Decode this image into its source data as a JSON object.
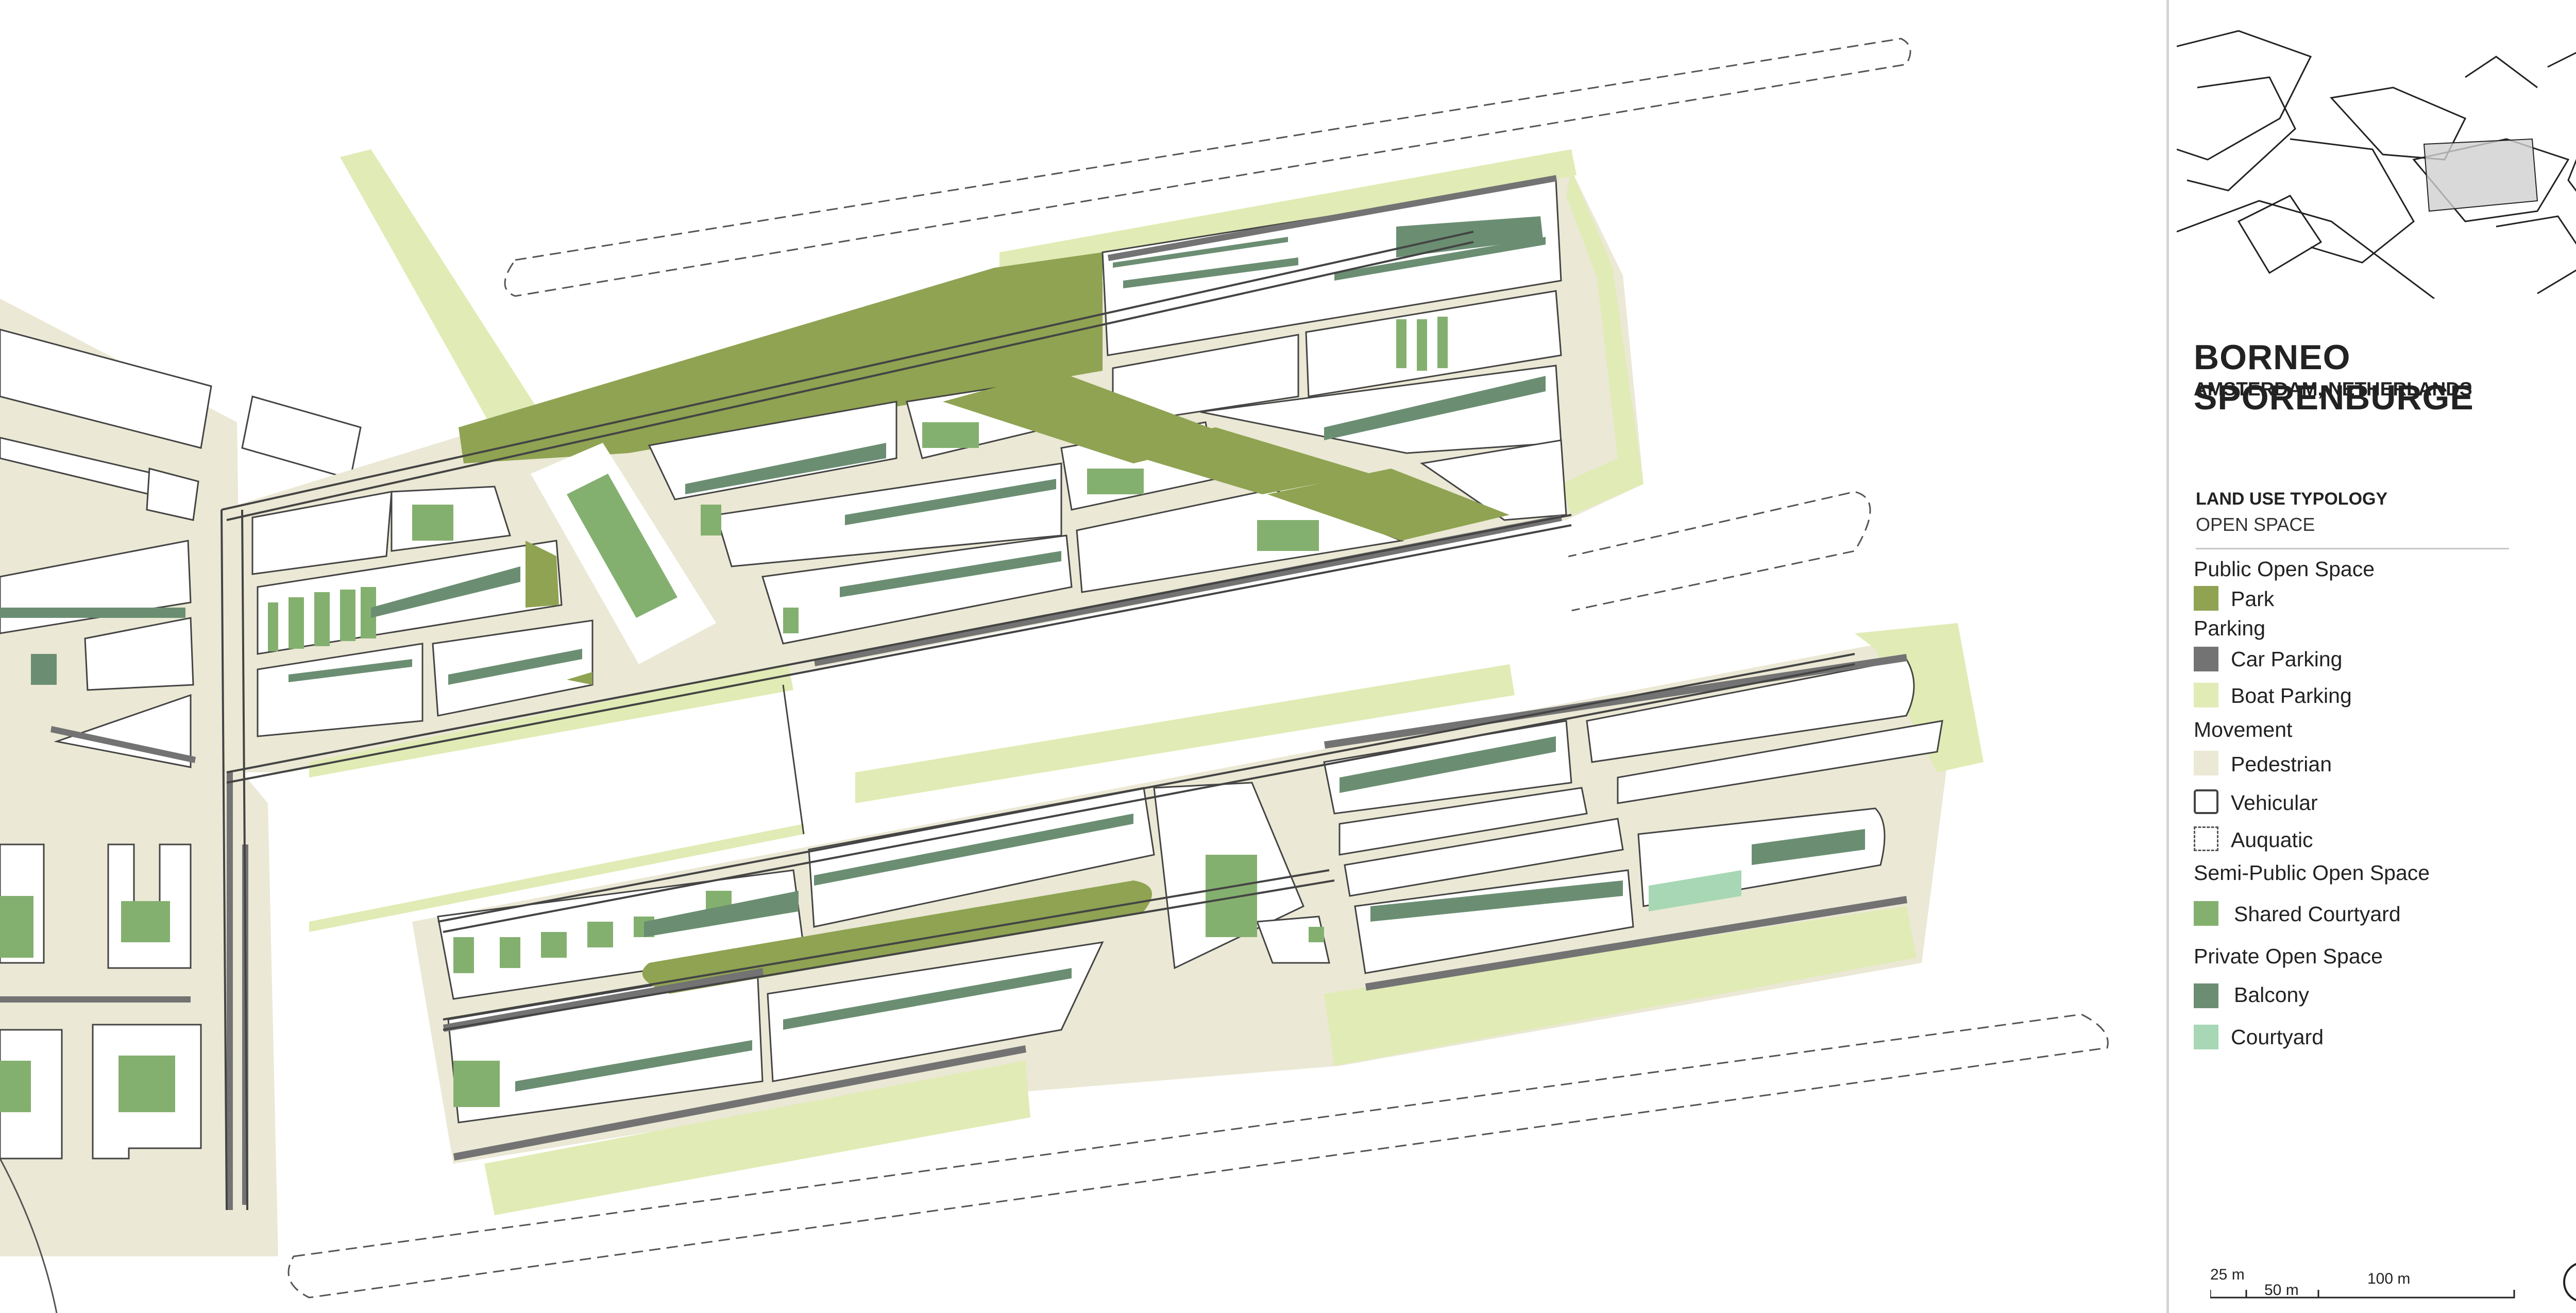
{
  "title": "BORNEO SPORENBURGE",
  "subtitle": "AMSTERDAM, NETHERLANDS",
  "legend": {
    "heading": "LAND USE TYPOLOGY",
    "subheading": "OPEN SPACE",
    "groups": {
      "public": "Public Open Space",
      "parking": "Parking",
      "movement": "Movement",
      "semi_public": "Semi-Public Open Space",
      "private": "Private Open Space"
    },
    "items": {
      "park": "Park",
      "car_parking": "Car Parking",
      "boat_parking": "Boat Parking",
      "pedestrian": "Pedestrian",
      "vehicular": "Vehicular",
      "auquatic": "Auquatic",
      "shared_courtyard": "Shared Courtyard",
      "balcony": "Balcony",
      "courtyard": "Courtyard"
    }
  },
  "scale_bar": {
    "label_25": "25 m",
    "label_50": "50 m",
    "label_100": "100 m"
  },
  "colors": {
    "park": "#8fa352",
    "car_parking": "#737373",
    "boat_parking": "#e1ebb5",
    "pedestrian": "#ebe8d5",
    "shared_courtyard": "#84b06f",
    "balcony": "#6b8e72",
    "courtyard": "#a7d7b5"
  },
  "icons": {
    "north_arrow": "north-arrow-icon",
    "locator_map": "locator-map"
  }
}
